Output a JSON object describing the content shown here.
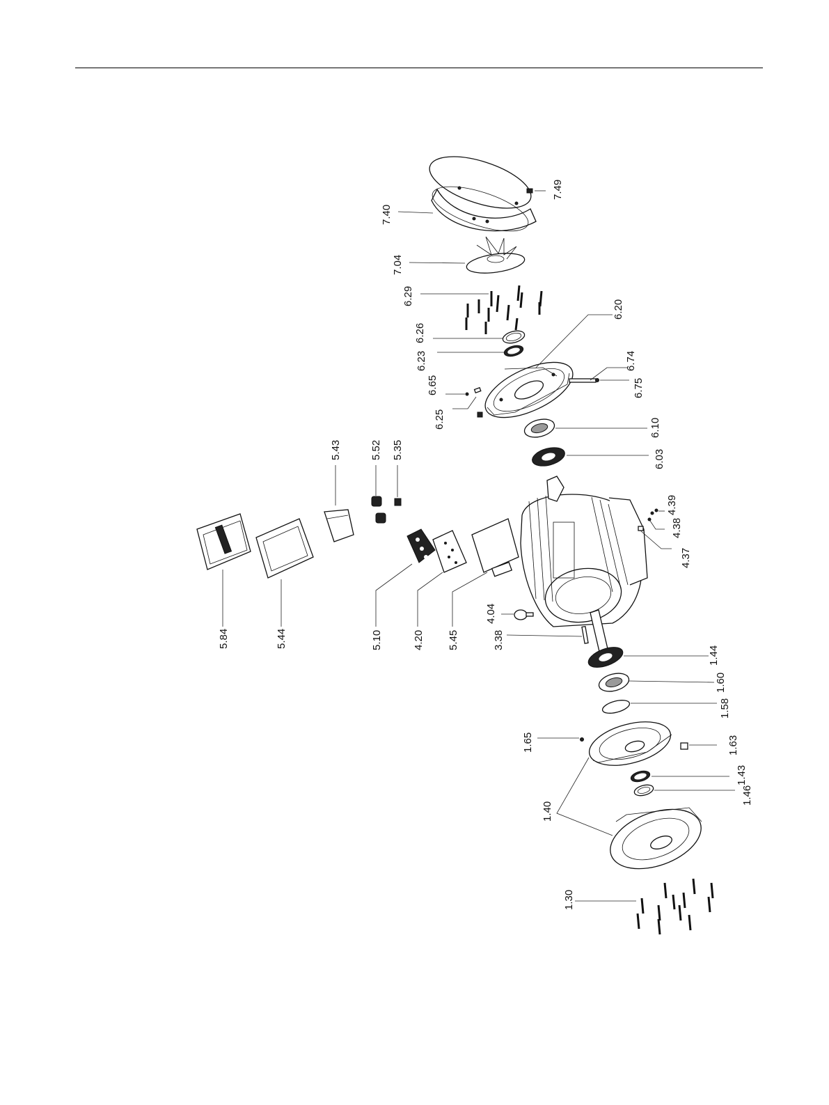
{
  "diagram": {
    "labels": [
      "7.49",
      "7.40",
      "7.04",
      "6.29",
      "6.26",
      "6.23",
      "6.20",
      "6.65",
      "6.25",
      "6.74",
      "6.75",
      "6.10",
      "6.03",
      "5.43",
      "5.52",
      "5.35",
      "4.39",
      "4.38",
      "4.37",
      "5.84",
      "5.44",
      "5.10",
      "4.20",
      "5.45",
      "4.04",
      "3.38",
      "1.44",
      "1.60",
      "1.58",
      "1.65",
      "1.63",
      "1.43",
      "1.46",
      "1.40",
      "1.30"
    ]
  }
}
